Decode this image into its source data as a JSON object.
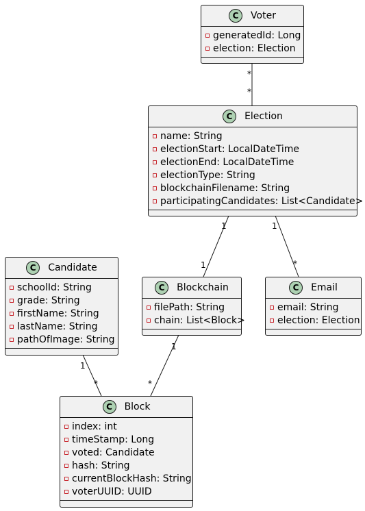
{
  "diagram": {
    "classes": {
      "voter": {
        "badge": "C",
        "name": "Voter",
        "attributes": [
          "generatedId: Long",
          "election: Election"
        ]
      },
      "election": {
        "badge": "C",
        "name": "Election",
        "attributes": [
          "name: String",
          "electionStart: LocalDateTime",
          "electionEnd: LocalDateTime",
          "electionType: String",
          "blockchainFilename: String",
          "participatingCandidates: List<Candidate>"
        ]
      },
      "candidate": {
        "badge": "C",
        "name": "Candidate",
        "attributes": [
          "schoolId: String",
          "grade: String",
          "firstName: String",
          "lastName: String",
          "pathOfImage: String"
        ]
      },
      "blockchain": {
        "badge": "C",
        "name": "Blockchain",
        "attributes": [
          "filePath: String",
          "chain: List<Block>"
        ]
      },
      "email": {
        "badge": "C",
        "name": "Email",
        "attributes": [
          "email: String",
          "election: Election"
        ]
      },
      "block": {
        "badge": "C",
        "name": "Block",
        "attributes": [
          "index: int",
          "timeStamp: Long",
          "voted: Candidate",
          "hash: String",
          "currentBlockHash: String",
          "voterUUID: UUID"
        ]
      }
    },
    "associations": {
      "voter_election": {
        "from": "Voter",
        "to": "Election",
        "from_mult": "*",
        "to_mult": "*"
      },
      "election_blockchain": {
        "from": "Election",
        "to": "Blockchain",
        "from_mult": "1",
        "to_mult": "1"
      },
      "election_email": {
        "from": "Election",
        "to": "Email",
        "from_mult": "1",
        "to_mult": "*"
      },
      "candidate_block": {
        "from": "Candidate",
        "to": "Block",
        "from_mult": "1",
        "to_mult": "*"
      },
      "blockchain_block": {
        "from": "Blockchain",
        "to": "Block",
        "from_mult": "1",
        "to_mult": "*"
      }
    },
    "colors": {
      "class_fill": "#f1f1f1",
      "border": "#181818",
      "badge_fill": "#add1b2",
      "private_marker": "#c82930"
    }
  }
}
